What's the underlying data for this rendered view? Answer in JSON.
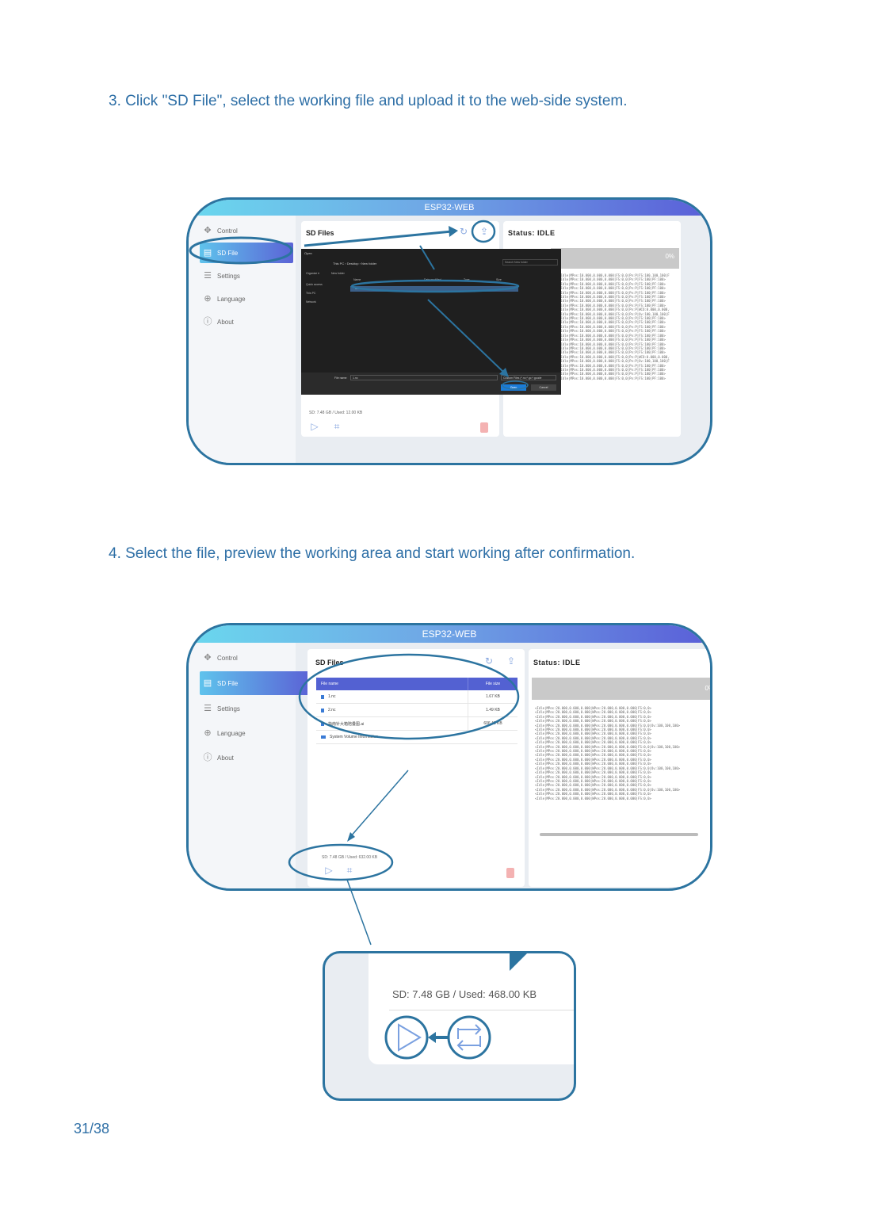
{
  "steps": {
    "step3": "3. Click \"SD File\", select the working file and upload it to the web-side system.",
    "step4": "4. Select the file, preview the working area and start working after confirmation."
  },
  "page_number": "31/38",
  "app": {
    "title": "ESP32-WEB"
  },
  "nav": {
    "items": [
      {
        "label": "Control",
        "icon": "gamepad-icon"
      },
      {
        "label": "SD File",
        "icon": "file-icon"
      },
      {
        "label": "Settings",
        "icon": "menu-icon"
      },
      {
        "label": "Language",
        "icon": "globe-icon"
      },
      {
        "label": "About",
        "icon": "info-icon"
      }
    ]
  },
  "sd_panel": {
    "title": "SD Files",
    "info_shot1": "SD: 7.48 GB  /  Used: 12.00 KB",
    "info_shot2": "SD: 7.48 GB  /  Used: 632.00 KB"
  },
  "status": {
    "title": "Status: IDLE",
    "progress": "0%"
  },
  "dialog": {
    "title": "Open",
    "breadcrumb": "This PC  ›  Desktop  ›  New folder",
    "search_placeholder": "Search New folder",
    "organize": "Organize ▾",
    "new_folder": "New folder",
    "columns": [
      "Name",
      "Date modified",
      "Type",
      "Size"
    ],
    "sidebar": [
      "Quick access",
      "This PC",
      "Network"
    ],
    "selected_file": "1.nc",
    "file_name_label": "File name:",
    "file_name_value": "1.nc",
    "filter": "Custom Files (*.nc;*.gc;*.gcode",
    "open_label": "Open",
    "cancel_label": "Cancel"
  },
  "file_table": {
    "headers": [
      "File name",
      "File size"
    ],
    "rows": [
      {
        "name": "1.nc",
        "size": "1.67 KB",
        "type": "file"
      },
      {
        "name": "2.nc",
        "size": "1.49 KB",
        "type": "file"
      },
      {
        "name": "指南针大箱陪叠图.ai",
        "size": "606.43 KB",
        "type": "file"
      },
      {
        "name": "System Volume Information",
        "size": "",
        "type": "folder"
      }
    ]
  },
  "console": {
    "lines_shot1": [
      "<Idle|MPos:10.000,0.000,0.000|FS:0,0|Pn:P|FS:100,100,100|FS:100|PF:100>",
      "<Idle|MPos:10.000,0.000,0.000|FS:0,0|Pn:P|FS:100|PF:100>",
      "<Idle|MPos:10.000,0.000,0.000|FS:0,0|Pn:P|FS:100|PF:100>",
      "<Idle|MPos:10.000,0.000,0.000|FS:0,0|Pn:P|FS:100|PF:100>",
      "<Idle|MPos:10.000,0.000,0.000|FS:0,0|Pn:P|FS:100|PF:100>",
      "<Idle|MPos:10.000,0.000,0.000|FS:0,0|Pn:P|FS:100|PF:100>",
      "<Idle|MPos:10.000,0.000,0.000|FS:0,0|Pn:P|FS:100|PF:100>",
      "<Idle|MPos:10.000,0.000,0.000|FS:0,0|Pn:P|FS:100|PF:100>",
      "<Idle|MPos:10.000,0.000,0.000|FS:0,0|Pn:P|WCO:0.000,0.000,0.000|FS:100|PF:100>",
      "<Idle|MPos:10.000,0.000,0.000|FS:0,0|Pn:P|Ov:100,100,100|FS:100|PF:100>",
      "<Idle|MPos:10.000,0.000,0.000|FS:0,0|Pn:P|FS:100|PF:100>",
      "<Idle|MPos:10.000,0.000,0.000|FS:0,0|Pn:P|FS:100|PF:100>",
      "<Idle|MPos:10.000,0.000,0.000|FS:0,0|Pn:P|FS:100|PF:100>",
      "<Idle|MPos:10.000,0.000,0.000|FS:0,0|Pn:P|FS:100|PF:100>",
      "<Idle|MPos:10.000,0.000,0.000|FS:0,0|Pn:P|FS:100|PF:100>",
      "<Idle|MPos:10.000,0.000,0.000|FS:0,0|Pn:P|FS:100|PF:100>",
      "<Idle|MPos:10.000,0.000,0.000|FS:0,0|Pn:P|FS:100|PF:100>",
      "<Idle|MPos:10.000,0.000,0.000|FS:0,0|Pn:P|FS:100|PF:100>",
      "<Idle|MPos:10.000,0.000,0.000|FS:0,0|Pn:P|FS:100|PF:100>",
      "<Idle|MPos:10.000,0.000,0.000|FS:0,0|Pn:P|WCO:0.000,0.000,0.000|FS:100|PF:100>",
      "<Idle|MPos:10.000,0.000,0.000|FS:0,0|Pn:P|Ov:100,100,100|FS:100|PF:100>",
      "<Idle|MPos:10.000,0.000,0.000|FS:0,0|Pn:P|FS:100|PF:100>",
      "<Idle|MPos:10.000,0.000,0.000|FS:0,0|Pn:P|FS:100|PF:100>",
      "<Idle|MPos:10.000,0.000,0.000|FS:0,0|Pn:P|FS:100|PF:100>",
      "<Idle|MPos:10.000,0.000,0.000|FS:0,0|Pn:P|FS:100|PF:100>"
    ],
    "lines_shot2": [
      "<Idle|MPos:20.000,0.000,0.000|WPos:20.000,0.000,0.000|FS:0,0>",
      "<Idle|MPos:20.000,0.000,0.000|WPos:20.000,0.000,0.000|FS:0,0>",
      "<Idle|MPos:20.000,0.000,0.000|WPos:20.000,0.000,0.000|FS:0,0>",
      "<Idle|MPos:20.000,0.000,0.000|WPos:20.000,0.000,0.000|FS:0,0>",
      "<Idle|MPos:20.000,0.000,0.000|WPos:20.000,0.000,0.000|FS:0,0|Ov:100,100,100>",
      "<Idle|MPos:20.000,0.000,0.000|WPos:20.000,0.000,0.000|FS:0,0>",
      "<Idle|MPos:20.000,0.000,0.000|WPos:20.000,0.000,0.000|FS:0,0>",
      "<Idle|MPos:20.000,0.000,0.000|WPos:20.000,0.000,0.000|FS:0,0>",
      "<Idle|MPos:20.000,0.000,0.000|WPos:20.000,0.000,0.000|FS:0,0>",
      "<Idle|MPos:20.000,0.000,0.000|WPos:20.000,0.000,0.000|FS:0,0|Ov:100,100,100>",
      "<Idle|MPos:20.000,0.000,0.000|WPos:20.000,0.000,0.000|FS:0,0>",
      "<Idle|MPos:20.000,0.000,0.000|WPos:20.000,0.000,0.000|FS:0,0>",
      "<Idle|MPos:20.000,0.000,0.000|WPos:20.000,0.000,0.000|FS:0,0>",
      "<Idle|MPos:20.000,0.000,0.000|WPos:20.000,0.000,0.000|FS:0,0>",
      "<Idle|MPos:20.000,0.000,0.000|WPos:20.000,0.000,0.000|FS:0,0|Ov:100,100,100>",
      "<Idle|MPos:20.000,0.000,0.000|WPos:20.000,0.000,0.000|FS:0,0>",
      "<Idle|MPos:20.000,0.000,0.000|WPos:20.000,0.000,0.000|FS:0,0>",
      "<Idle|MPos:20.000,0.000,0.000|WPos:20.000,0.000,0.000|FS:0,0>",
      "<Idle|MPos:20.000,0.000,0.000|WPos:20.000,0.000,0.000|FS:0,0>",
      "<Idle|MPos:20.000,0.000,0.000|WPos:20.000,0.000,0.000|FS:0,0|Ov:100,100,100>",
      "<Idle|MPos:20.000,0.000,0.000|WPos:20.000,0.000,0.000|FS:0,0>",
      "<Idle|MPos:20.000,0.000,0.000|WPos:20.000,0.000,0.000|FS:0,0>"
    ]
  },
  "zoom": {
    "sd_info": "SD: 7.48 GB  /  Used: 468.00 KB"
  },
  "colors": {
    "accent": "#2c74a0",
    "text_blue": "#2e6fa6",
    "nav_active": "#5b63d6",
    "table_header": "#5361d2"
  }
}
